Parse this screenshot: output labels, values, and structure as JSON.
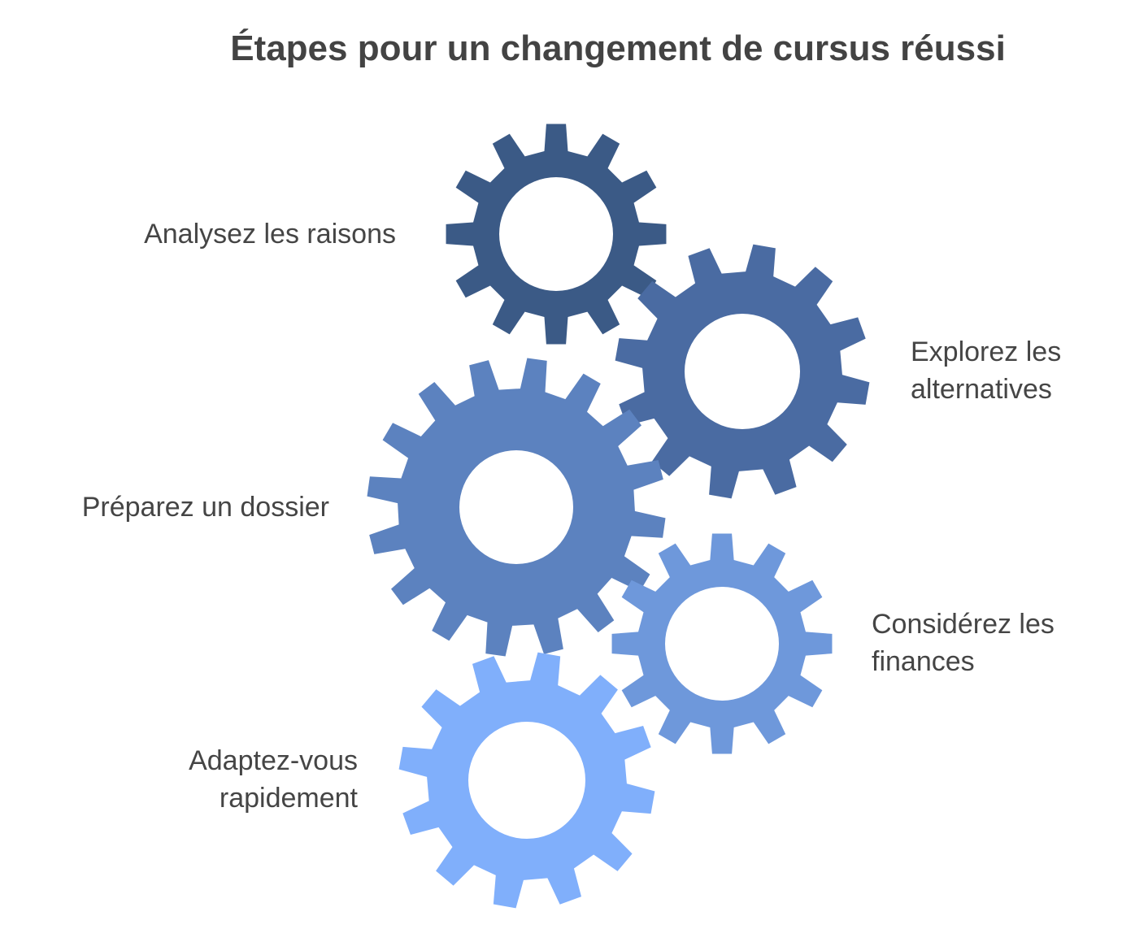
{
  "title": "Étapes pour un changement de cursus réussi",
  "colors": {
    "gear_dark": "#3B5A86",
    "gear_medium_dark": "#4A6BA2",
    "gear_medium": "#5C82BF",
    "gear_light": "#6E98DB",
    "gear_lightest": "#80AFFB",
    "text": "#454545",
    "background": "#FFFFFF"
  },
  "steps": [
    {
      "id": "analyze",
      "lines": [
        "Analysez les raisons"
      ],
      "color": "#3B5A86",
      "teeth": 12
    },
    {
      "id": "explore",
      "lines": [
        "Explorez les",
        "alternatives"
      ],
      "color": "#4A6BA2",
      "teeth": 12
    },
    {
      "id": "prepare",
      "lines": [
        "Préparez un dossier"
      ],
      "color": "#5C82BF",
      "teeth": 16
    },
    {
      "id": "finances",
      "lines": [
        "Considérez les",
        "finances"
      ],
      "color": "#6E98DB",
      "teeth": 12
    },
    {
      "id": "adapt",
      "lines": [
        "Adaptez-vous",
        "rapidement"
      ],
      "color": "#80AFFB",
      "teeth": 12
    }
  ]
}
